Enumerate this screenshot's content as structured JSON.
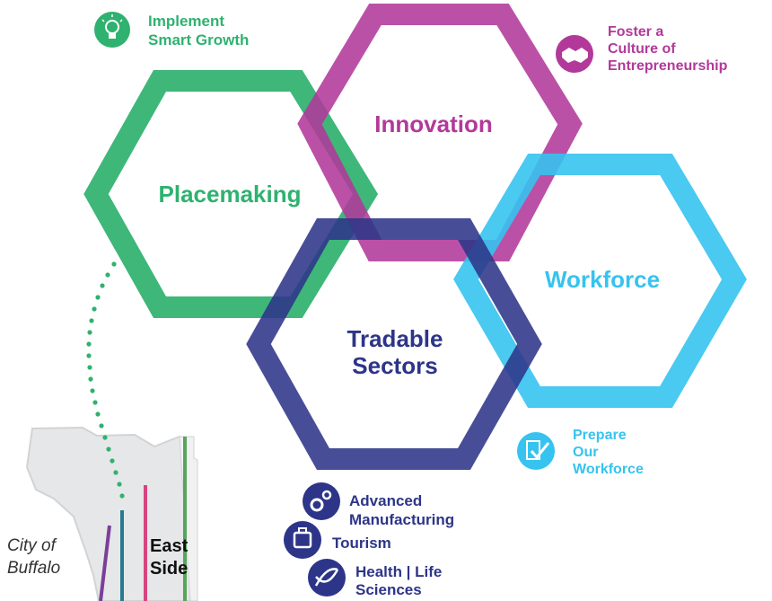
{
  "colors": {
    "placemaking": "#2fb26f",
    "innovation": "#b2399a",
    "workforce": "#36c3ef",
    "tradable": "#2d3589",
    "map": "#e6e7e8",
    "map_edge": "#c9cacc",
    "line_purple": "#7a3f98",
    "line_teal": "#2a7a8f",
    "line_pink": "#d6457f",
    "line_green": "#57a55a"
  },
  "hexagons": {
    "placemaking": "Placemaking",
    "innovation": "Innovation",
    "workforce": "Workforce",
    "tradable_line1": "Tradable",
    "tradable_line2": "Sectors"
  },
  "callouts": {
    "smart_growth": {
      "line1": "Implement",
      "line2": "Smart Growth",
      "icon": "lightbulb-icon"
    },
    "entrepreneurship": {
      "line1": "Foster a",
      "line2": "Culture of",
      "line3": "Entrepreneurship",
      "icon": "handshake-icon"
    },
    "prepare_workforce": {
      "line1": "Prepare",
      "line2": "Our",
      "line3": "Workforce",
      "icon": "checkmark-icon"
    }
  },
  "sectors": [
    {
      "line1": "Advanced",
      "line2": "Manufacturing",
      "icon": "gears-icon"
    },
    {
      "line1": "Tourism",
      "line2": "",
      "icon": "luggage-icon"
    },
    {
      "line1": "Health | Life",
      "line2": "Sciences",
      "icon": "dna-icon"
    }
  ],
  "map": {
    "city_line1": "City of",
    "city_line2": "Buffalo",
    "east_line1": "East",
    "east_line2": "Side"
  }
}
